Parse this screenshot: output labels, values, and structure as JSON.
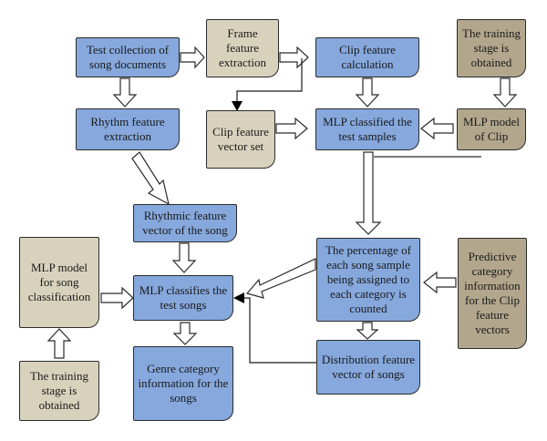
{
  "boxes": {
    "test_collection": "Test collection of song documents",
    "frame_feature": "Frame feature extraction",
    "clip_feature_calc": "Clip feature calculation",
    "training_stage_top": "The training stage is obtained",
    "rhythm_feature": "Rhythm feature extraction",
    "clip_feature_vector_set": "Clip feature vector set",
    "mlp_classified_test": "MLP classified the test samples",
    "mlp_model_clip": "MLP model of Clip",
    "rhythmic_feature_vector": "Rhythmic feature vector of the song",
    "mlp_model_song": "MLP model for song classification",
    "mlp_classifies_songs": "MLP classifies the test songs",
    "percentage_counted": "The percentage of each song sample being assigned to each category is counted",
    "predictive_category": "Predictive category information for the Clip feature vectors",
    "training_stage_bottom": "The training stage is obtained",
    "genre_category": "Genre category information for the songs",
    "distribution_feature": "Distribution feature vector of songs"
  },
  "colors": {
    "blue": "#86a8dd",
    "beige": "#d8d2bd",
    "brown": "#b2a78d"
  }
}
